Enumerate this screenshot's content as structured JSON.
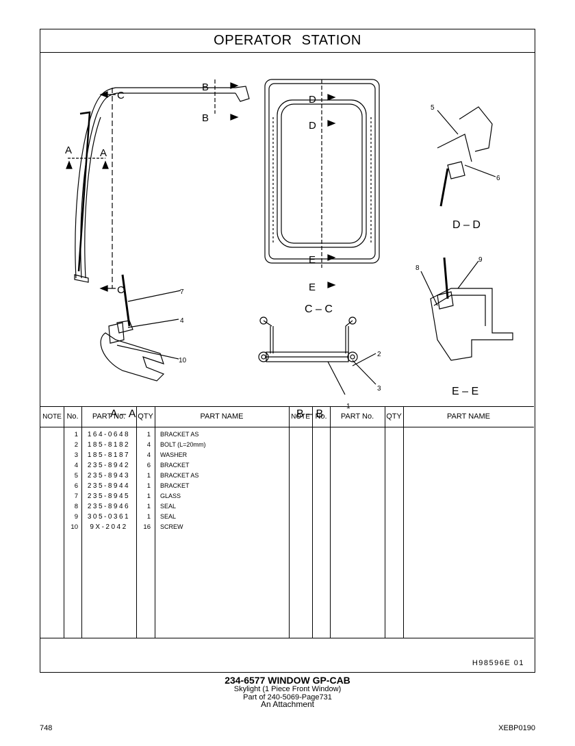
{
  "title": "OPERATOR  STATION",
  "views": {
    "aa": "A – A",
    "bb": "B – B",
    "cc": "C – C",
    "dd": "D – D",
    "ee": "E – E",
    "letters": {
      "a": "A",
      "b": "B",
      "c": "C",
      "d": "D",
      "e": "E"
    },
    "callouts": {
      "c1": "1",
      "c2": "2",
      "c3": "3",
      "c4": "4",
      "c5": "5",
      "c6": "6",
      "c7": "7",
      "c8": "8",
      "c9": "9",
      "c10": "10"
    }
  },
  "table": {
    "headers": {
      "note": "NOTE",
      "no": "No.",
      "part_no": "PART No.",
      "qty": "QTY",
      "part_name": "PART NAME"
    },
    "rows": [
      {
        "no": "1",
        "part_no": "164-0648",
        "qty": "1",
        "name": "BRACKET AS"
      },
      {
        "no": "2",
        "part_no": "185-8182",
        "qty": "4",
        "name": "BOLT (L=20mm)"
      },
      {
        "no": "3",
        "part_no": "185-8187",
        "qty": "4",
        "name": "WASHER"
      },
      {
        "no": "4",
        "part_no": "235-8942",
        "qty": "6",
        "name": "BRACKET"
      },
      {
        "no": "5",
        "part_no": "235-8943",
        "qty": "1",
        "name": "BRACKET AS"
      },
      {
        "no": "6",
        "part_no": "235-8944",
        "qty": "1",
        "name": "BRACKET"
      },
      {
        "no": "7",
        "part_no": "235-8945",
        "qty": "1",
        "name": "GLASS"
      },
      {
        "no": "8",
        "part_no": "235-8946",
        "qty": "1",
        "name": "SEAL"
      },
      {
        "no": "9",
        "part_no": "305-0361",
        "qty": "1",
        "name": "SEAL"
      },
      {
        "no": "10",
        "part_no": "9X-2042",
        "qty": "16",
        "name": "SCREW"
      }
    ]
  },
  "serial": "H98596E   01",
  "caption": {
    "line1": "234-6577  WINDOW GP-CAB",
    "line2": "Skylight (1  Piece  Front  Window)",
    "line3": "Part of 240-5069-Page731",
    "line4": "An Attachment"
  },
  "page_number": "748",
  "doc_code": "XEBP0190"
}
